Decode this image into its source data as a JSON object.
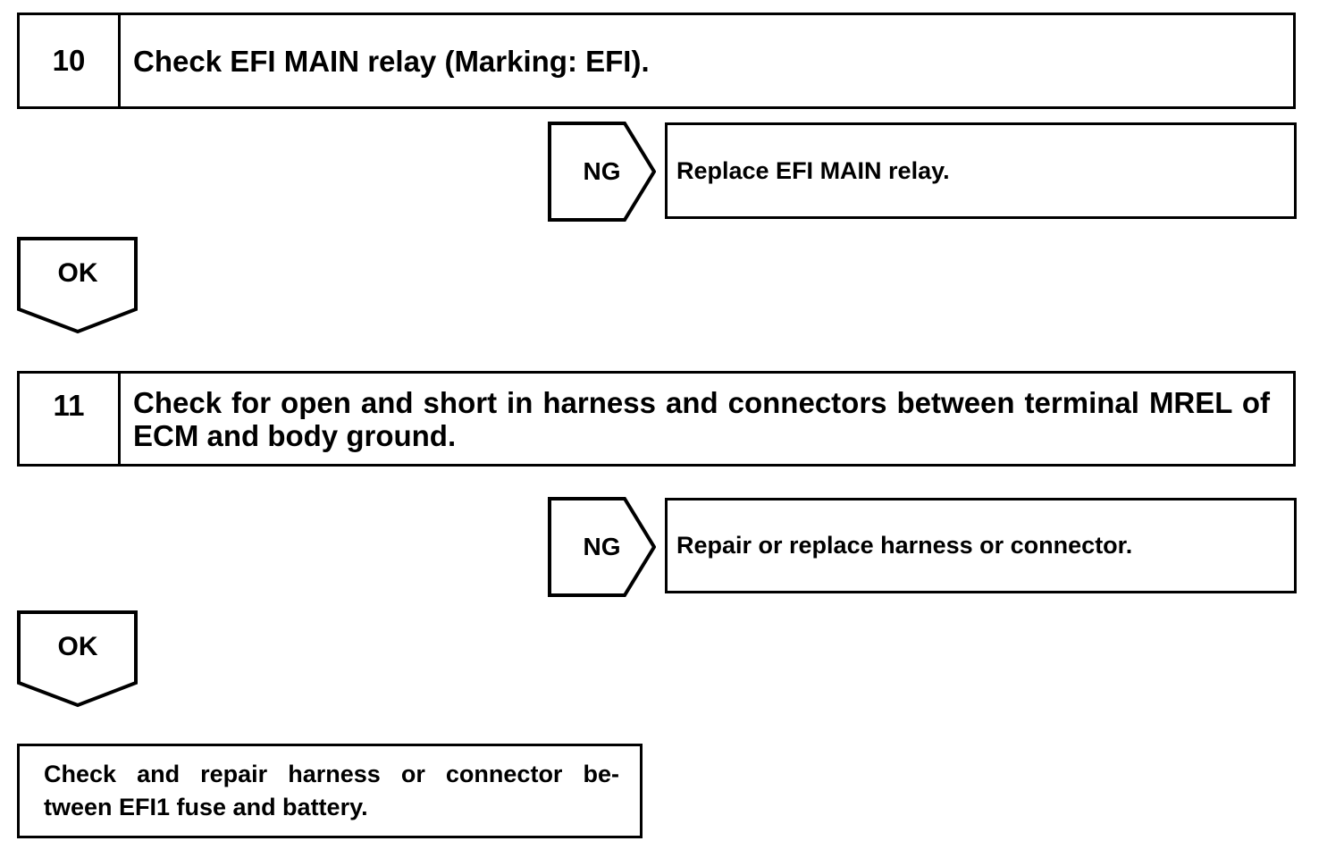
{
  "flowchart": {
    "steps": [
      {
        "number": "10",
        "description": "Check EFI MAIN relay (Marking: EFI).",
        "ng_label": "NG",
        "ng_result": "Replace EFI MAIN relay.",
        "ok_label": "OK"
      },
      {
        "number": "11",
        "description_lines": [
          "Check for open and short in harness and connectors between terminal MREL of",
          "ECM and body ground."
        ],
        "ng_label": "NG",
        "ng_result": "Repair or replace harness or connector.",
        "ok_label": "OK"
      }
    ],
    "final_action": {
      "lines": [
        "Check and repair harness or connector be-",
        "tween EFI1 fuse and battery."
      ]
    },
    "colors": {
      "line": "#000000",
      "background": "#ffffff",
      "text": "#000000"
    }
  }
}
